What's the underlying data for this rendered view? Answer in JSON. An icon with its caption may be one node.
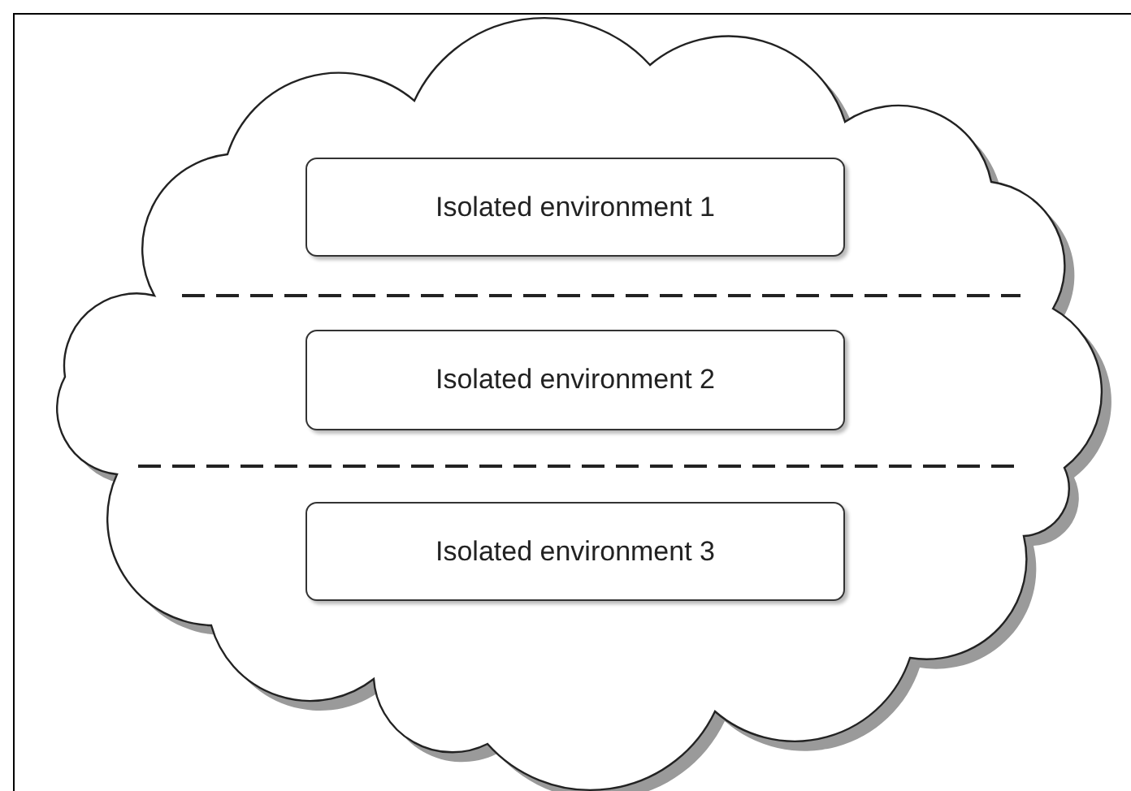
{
  "diagram": {
    "nodes": [
      {
        "text": [],
        "shape": "cloud"
      },
      {
        "text": [
          "Isolated environment 1"
        ],
        "in": 0
      },
      {
        "text": [
          "Isolated environment 2"
        ],
        "in": 0
      },
      {
        "text": [
          "Isolated environment 3"
        ],
        "in": 0
      }
    ]
  }
}
